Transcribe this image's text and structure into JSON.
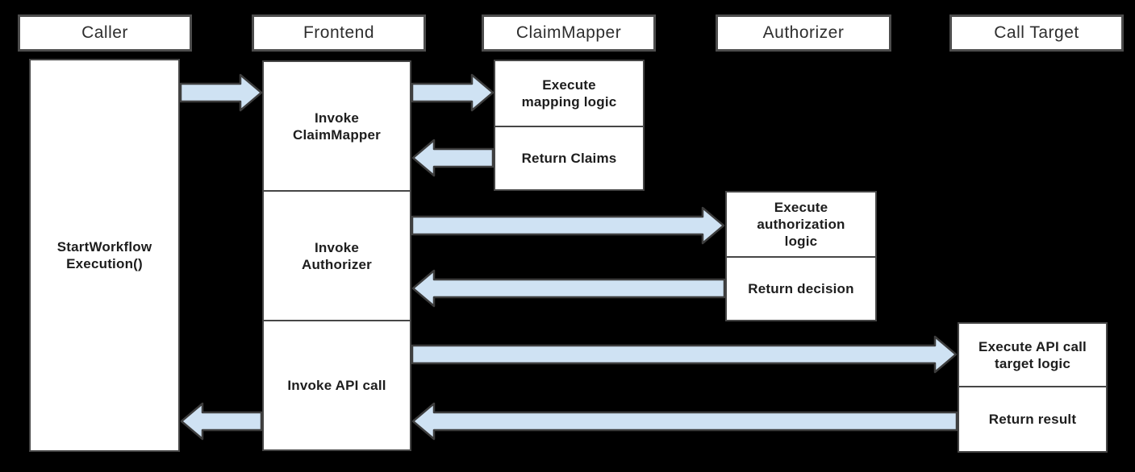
{
  "headers": {
    "caller": "Caller",
    "frontend": "Frontend",
    "claimmapper": "ClaimMapper",
    "authorizer": "Authorizer",
    "calltarget": "Call Target"
  },
  "caller": {
    "activation_lines": [
      "StartWorkflow",
      "Execution()"
    ]
  },
  "frontend": {
    "invoke_claimmapper_lines": [
      "Invoke",
      "ClaimMapper"
    ],
    "invoke_authorizer_lines": [
      "Invoke",
      "Authorizer"
    ],
    "invoke_api_call_lines": [
      "Invoke API call"
    ]
  },
  "claimmapper": {
    "execute_lines": [
      "Execute",
      "mapping logic"
    ],
    "return_lines": [
      "Return Claims"
    ]
  },
  "authorizer": {
    "execute_lines": [
      "Execute",
      "authorization",
      "logic"
    ],
    "return_lines": [
      "Return decision"
    ]
  },
  "calltarget": {
    "execute_lines": [
      "Execute API call",
      "target logic"
    ],
    "return_lines": [
      "Return result"
    ]
  },
  "arrows": [
    {
      "from": "Caller",
      "to": "Frontend",
      "direction": "right"
    },
    {
      "from": "Frontend",
      "to": "ClaimMapper",
      "direction": "right"
    },
    {
      "from": "ClaimMapper",
      "to": "Frontend",
      "direction": "left"
    },
    {
      "from": "Frontend",
      "to": "Authorizer",
      "direction": "right"
    },
    {
      "from": "Authorizer",
      "to": "Frontend",
      "direction": "left"
    },
    {
      "from": "Frontend",
      "to": "Call Target",
      "direction": "right"
    },
    {
      "from": "Call Target",
      "to": "Frontend",
      "direction": "left"
    },
    {
      "from": "Frontend",
      "to": "Caller",
      "direction": "left"
    }
  ],
  "colors": {
    "background": "#000000",
    "box_fill": "#ffffff",
    "box_border": "#464646",
    "arrow_fill": "#cfe2f3",
    "arrow_stroke": "#3d3d3d",
    "text": "#1d1d1d"
  }
}
